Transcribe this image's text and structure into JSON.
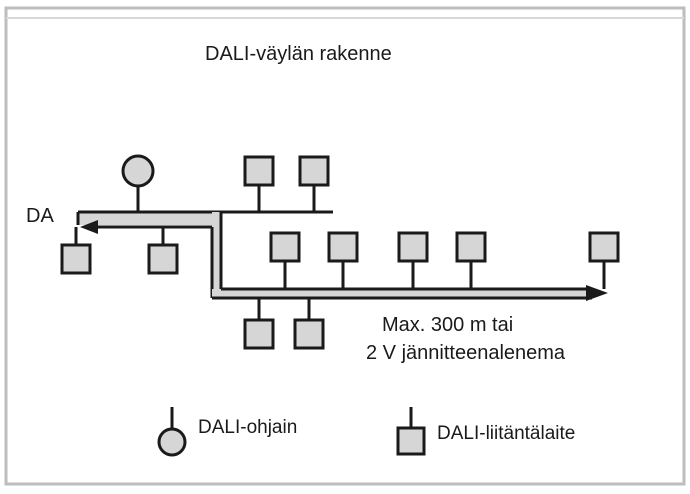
{
  "title": "DALI-väylän rakenne",
  "bus_label": "DA",
  "max_length_line1": "Max. 300 m tai",
  "max_length_line2": "2 V jännitteenalenema",
  "legend": {
    "controller_label": "DALI-ohjain",
    "ballast_label": "DALI-liitäntälaite"
  },
  "colors": {
    "line": "#1a1a1a",
    "device_fill": "#d6d6d6",
    "bus_fill": "#d6d6d6",
    "frame": "#bdbdbd"
  }
}
